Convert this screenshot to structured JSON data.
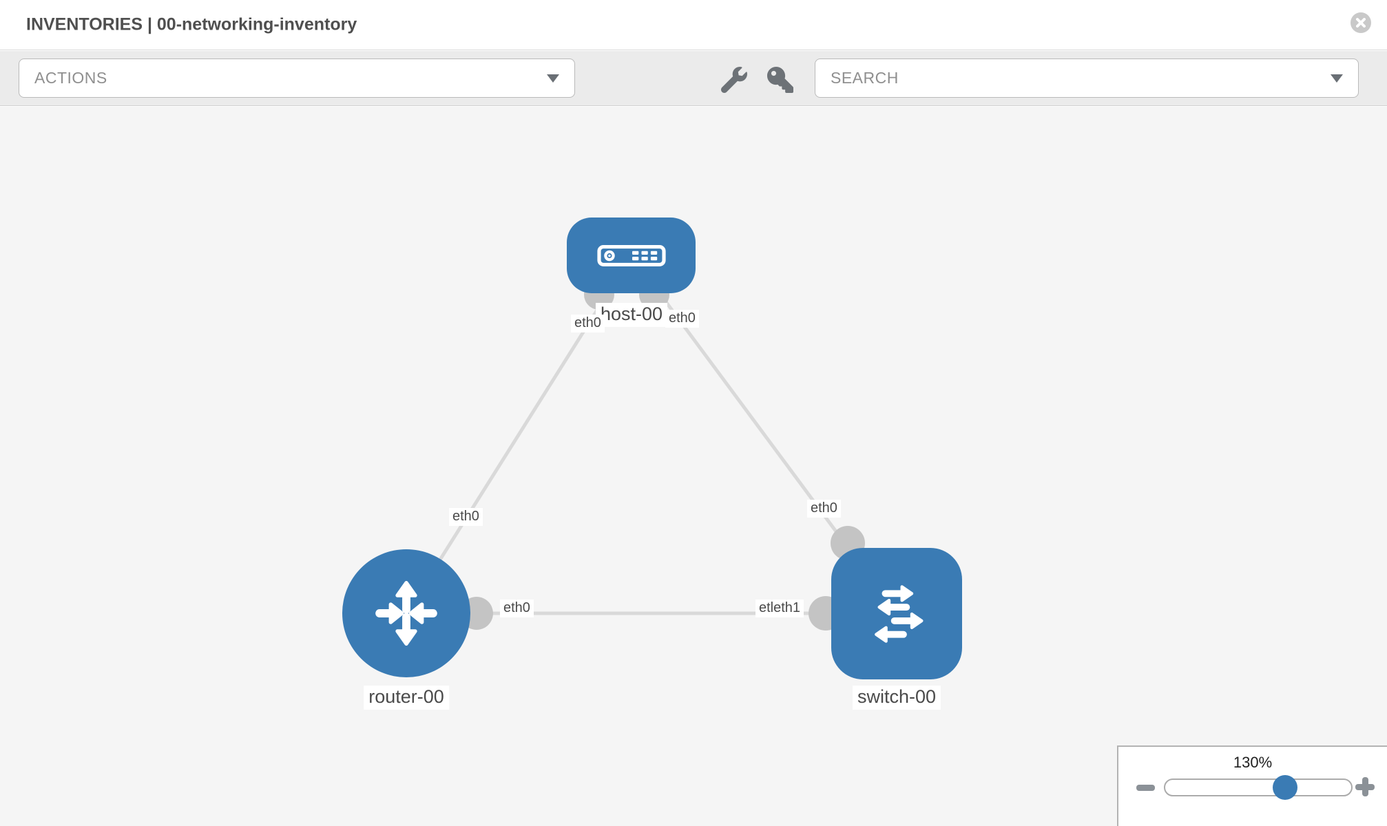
{
  "header": {
    "title": "INVENTORIES | 00-networking-inventory"
  },
  "toolbar": {
    "actions_placeholder": "ACTIONS",
    "search_placeholder": "SEARCH"
  },
  "topology": {
    "nodes": [
      {
        "label": "host-00",
        "type": "host"
      },
      {
        "label": "router-00",
        "type": "router"
      },
      {
        "label": "switch-00",
        "type": "switch"
      }
    ],
    "edges": [
      {
        "from": "host-00",
        "to": "router-00",
        "from_interface": "eth0",
        "to_interface": "eth0"
      },
      {
        "from": "host-00",
        "to": "switch-00",
        "from_interface": "eth0",
        "to_interface": "eth0"
      },
      {
        "from": "router-00",
        "to": "switch-00",
        "from_interface": "eth0",
        "to_interface": "eth1"
      }
    ],
    "edge_labels": [
      {
        "text": "eth0"
      },
      {
        "text": "eth0"
      },
      {
        "text": "eth0"
      },
      {
        "text": "eth0"
      },
      {
        "text": "eth0"
      },
      {
        "text": "etleth1"
      }
    ]
  },
  "zoom_control": {
    "percent": "130%"
  },
  "colors": {
    "node_blue": "#3a7bb4",
    "connector_gray": "#c4c4c4",
    "edge_gray": "#d9d9d9",
    "canvas_bg": "#f5f5f5",
    "toolbar_bg": "#ebebeb",
    "label_color": "#4a4a4a",
    "muted_gray": "#8f8f8f",
    "icon_gray": "#6d7277"
  }
}
